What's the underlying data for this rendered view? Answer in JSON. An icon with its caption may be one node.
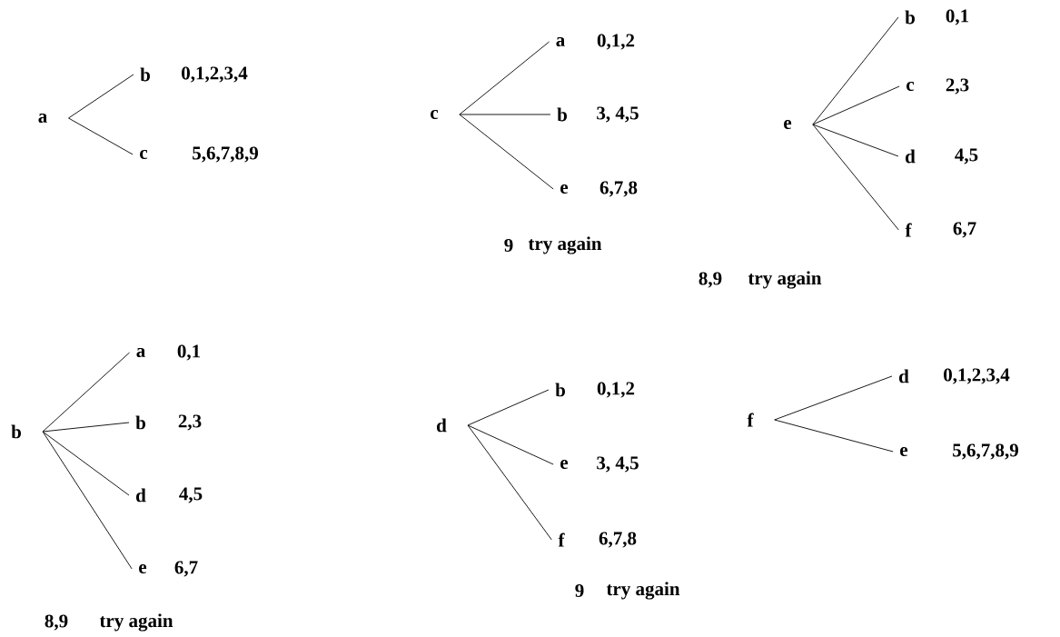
{
  "diagram": {
    "nodes": [
      {
        "text": [
          "a"
        ]
      },
      {
        "text": [
          "b"
        ],
        "beside": [
          "0,1,2,3,4"
        ]
      },
      {
        "text": [
          "c"
        ],
        "beside": [
          "5,6,7,8,9"
        ]
      },
      {
        "text": [
          "c"
        ]
      },
      {
        "text": [
          "a"
        ],
        "beside": [
          "0,1,2"
        ]
      },
      {
        "text": [
          "b"
        ],
        "beside": [
          "3, 4,5"
        ]
      },
      {
        "text": [
          "e"
        ],
        "beside": [
          "6,7,8"
        ]
      },
      {
        "text": [
          "e"
        ]
      },
      {
        "text": [
          "b"
        ],
        "beside": [
          "0,1"
        ]
      },
      {
        "text": [
          "c"
        ],
        "beside": [
          "2,3"
        ]
      },
      {
        "text": [
          "d"
        ],
        "beside": [
          "4,5"
        ]
      },
      {
        "text": [
          "f"
        ],
        "beside": [
          "6,7"
        ]
      },
      {
        "text": [
          "b"
        ]
      },
      {
        "text": [
          "a"
        ],
        "beside": [
          "0,1"
        ]
      },
      {
        "text": [
          "b"
        ],
        "beside": [
          "2,3"
        ]
      },
      {
        "text": [
          "d"
        ],
        "beside": [
          "4,5"
        ]
      },
      {
        "text": [
          "e"
        ],
        "beside": [
          "6,7"
        ]
      },
      {
        "text": [
          "d"
        ]
      },
      {
        "text": [
          "b"
        ],
        "beside": [
          "0,1,2"
        ]
      },
      {
        "text": [
          "e"
        ],
        "beside": [
          "3, 4,5"
        ]
      },
      {
        "text": [
          "f"
        ],
        "beside": [
          "6,7,8"
        ]
      },
      {
        "text": [
          "f"
        ]
      },
      {
        "text": [
          "d"
        ],
        "beside": [
          "0,1,2,3,4"
        ]
      },
      {
        "text": [
          "e"
        ],
        "beside": [
          "5,6,7,8,9"
        ]
      }
    ],
    "edges": [
      {
        "from": 0,
        "to": 1,
        "arrow": "none"
      },
      {
        "from": 0,
        "to": 2,
        "arrow": "none"
      },
      {
        "from": 3,
        "to": 4,
        "arrow": "none"
      },
      {
        "from": 3,
        "to": 5,
        "arrow": "none"
      },
      {
        "from": 3,
        "to": 6,
        "arrow": "none"
      },
      {
        "from": 7,
        "to": 8,
        "arrow": "none"
      },
      {
        "from": 7,
        "to": 9,
        "arrow": "none"
      },
      {
        "from": 7,
        "to": 10,
        "arrow": "none"
      },
      {
        "from": 7,
        "to": 11,
        "arrow": "none"
      },
      {
        "from": 12,
        "to": 13,
        "arrow": "none"
      },
      {
        "from": 12,
        "to": 14,
        "arrow": "none"
      },
      {
        "from": 12,
        "to": 15,
        "arrow": "none"
      },
      {
        "from": 12,
        "to": 16,
        "arrow": "none"
      },
      {
        "from": 17,
        "to": 18,
        "arrow": "none"
      },
      {
        "from": 17,
        "to": 19,
        "arrow": "none"
      },
      {
        "from": 17,
        "to": 20,
        "arrow": "none"
      },
      {
        "from": 21,
        "to": 22,
        "arrow": "none"
      },
      {
        "from": 21,
        "to": 23,
        "arrow": "none"
      }
    ],
    "labels": [
      "9",
      "try again",
      "8,9",
      "try again",
      "8,9",
      "try again",
      "9",
      "try again"
    ]
  }
}
